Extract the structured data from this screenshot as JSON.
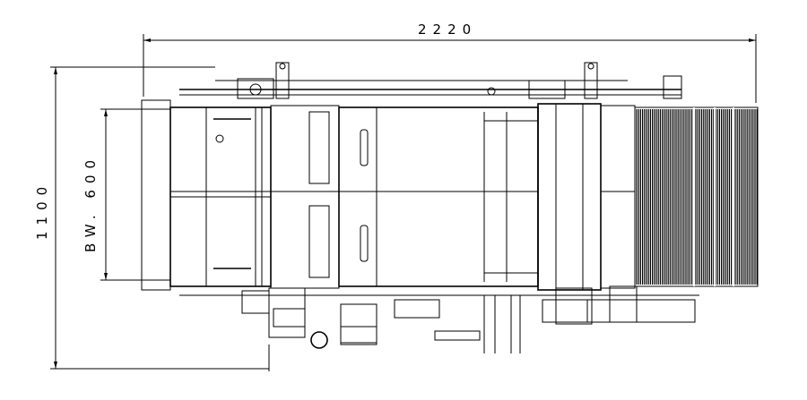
{
  "dimensions": {
    "overall_length": "2220",
    "overall_width": "1100",
    "belt_width": "BW. 600"
  },
  "colors": {
    "line": "#000000",
    "background": "#ffffff"
  }
}
